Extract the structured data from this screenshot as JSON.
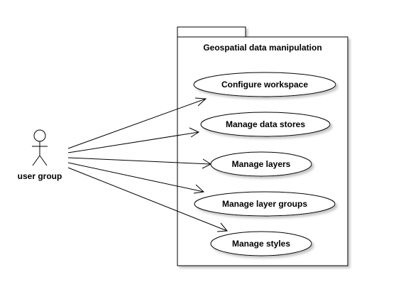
{
  "package": {
    "title": "Geospatial data manipulation"
  },
  "actor": {
    "label": "user group",
    "icon": "stick-figure-actor-icon"
  },
  "use_cases": [
    {
      "label": "Configure workspace"
    },
    {
      "label": "Manage data stores"
    },
    {
      "label": "Manage layers"
    },
    {
      "label": "Manage layer groups"
    },
    {
      "label": "Manage styles"
    }
  ],
  "colors": {
    "stroke": "#000000",
    "fill": "#ffffff",
    "shadow": "#c8c8c8"
  }
}
